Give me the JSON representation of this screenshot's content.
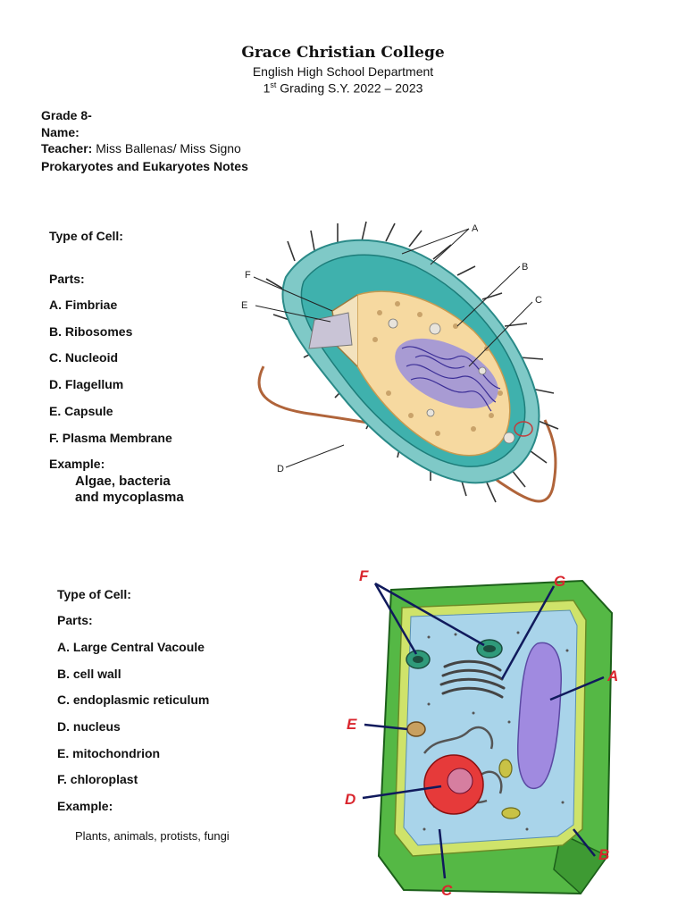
{
  "header": {
    "school": "Grace Christian College",
    "department": "English High School Department",
    "grading_prefix": "1",
    "grading_sup": "st",
    "grading_rest": " Grading S.Y. 2022 – 2023"
  },
  "info": {
    "grade": "Grade 8-",
    "name_label": "Name:",
    "teacher_label": "Teacher:",
    "teacher_value": " Miss Ballenas/ Miss Signo",
    "topic": "Prokaryotes and Eukaryotes Notes"
  },
  "prokaryote": {
    "type_label": "Type of Cell:",
    "parts_label": "Parts:",
    "parts": [
      "A. Fimbriae",
      "B. Ribosomes",
      "C. Nucleoid",
      "D. Flagellum",
      "E. Capsule",
      "F. Plasma Membrane"
    ],
    "example_label": "Example:",
    "example_line1": "Algae, bacteria",
    "example_line2": "and mycoplasma",
    "diagram_letters": [
      "A",
      "B",
      "C",
      "D",
      "E",
      "F"
    ]
  },
  "eukaryote": {
    "type_label": "Type of Cell:",
    "parts_label": "Parts:",
    "parts": [
      "A. Large Central Vacoule",
      "B. cell wall",
      "C. endoplasmic reticulum",
      "D. nucleus",
      "E. mitochondrion",
      "F. chloroplast"
    ],
    "example_label": "Example:",
    "example_value": "Plants, animals, protists, fungi",
    "diagram_letters": [
      "F",
      "G",
      "A",
      "E",
      "D",
      "C",
      "B"
    ]
  },
  "colors": {
    "capsule": "#7fc9c7",
    "cytoplasm": "#f6d9a0",
    "nucleoid": "#7b6cc7",
    "cell_wall": "#55b845",
    "plant_cytoplasm": "#a9d4ea",
    "vacuole": "#a08ae0",
    "nucleus": "#e63a3a",
    "label_red": "#d9262e",
    "line_navy": "#101a5c"
  }
}
